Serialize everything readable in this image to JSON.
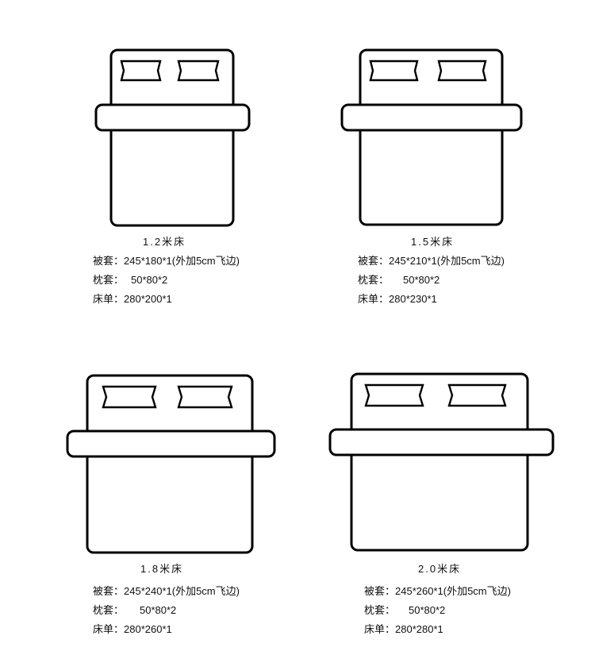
{
  "beds": [
    {
      "size_label": "1.2米床",
      "specs": [
        {
          "key": "被套：",
          "value": "245*180*1(外加5cm飞边)"
        },
        {
          "key": "枕套：",
          "value": "50*80*2"
        },
        {
          "key": "床单：",
          "value": "280*200*1"
        }
      ]
    },
    {
      "size_label": "1.5米床",
      "specs": [
        {
          "key": "被套：",
          "value": "245*210*1(外加5cm飞边)"
        },
        {
          "key": "枕套：",
          "value": "50*80*2"
        },
        {
          "key": "床单：",
          "value": "280*230*1"
        }
      ]
    },
    {
      "size_label": "1.8米床",
      "specs": [
        {
          "key": "被套：",
          "value": "245*240*1(外加5cm飞边)"
        },
        {
          "key": "枕套：",
          "value": "50*80*2"
        },
        {
          "key": "床单：",
          "value": "280*260*1"
        }
      ]
    },
    {
      "size_label": "2.0米床",
      "specs": [
        {
          "key": "被套：",
          "value": "245*260*1(外加5cm飞边)"
        },
        {
          "key": "枕套：",
          "value": "50*80*2"
        },
        {
          "key": "床单：",
          "value": "280*280*1"
        }
      ]
    }
  ]
}
